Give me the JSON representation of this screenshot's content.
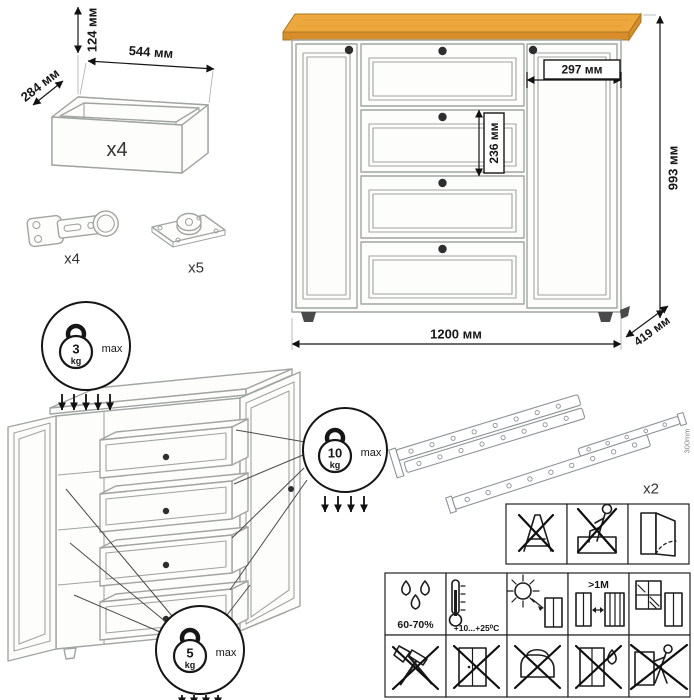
{
  "colors": {
    "wood": "#eea73d",
    "wood_dark": "#d68d2a",
    "wood_edge": "#a9781f",
    "line": "#a0a5a2",
    "ink": "#161616"
  },
  "drawer_box": {
    "height": "124 мм",
    "width": "544 мм",
    "depth": "284 мм",
    "count": "x4"
  },
  "hardware": {
    "hinges_count": "x4",
    "cams_count": "x5"
  },
  "dresser": {
    "width": "1200 мм",
    "height": "993 мм",
    "depth": "419 мм",
    "door_width": "297 мм",
    "drawer_height": "236 мм"
  },
  "loads": {
    "top": {
      "value": "3",
      "unit": "kg",
      "max": "max"
    },
    "drawer": {
      "value": "10",
      "unit": "kg",
      "max": "max"
    },
    "shelf": {
      "value": "5",
      "unit": "kg",
      "max": "max"
    }
  },
  "slides": {
    "count": "x2",
    "length": "300mm"
  },
  "care": {
    "humidity": "60-70%",
    "temperature": "+10...+25⁰С",
    "distance": ">1M"
  },
  "icons": {
    "strip": [
      "no-standing-on-stool-icon",
      "no-sitting-icon",
      "door-caution-icon"
    ],
    "grid_row1": [
      "humidity-icon",
      "temperature-icon",
      "sunlight-icon",
      "heat-distance-icon",
      "window-icon"
    ],
    "grid_row2": [
      "no-tools-icon",
      "no-load-icon",
      "no-hot-objects-icon",
      "no-liquids-icon",
      "no-dragging-icon"
    ]
  }
}
